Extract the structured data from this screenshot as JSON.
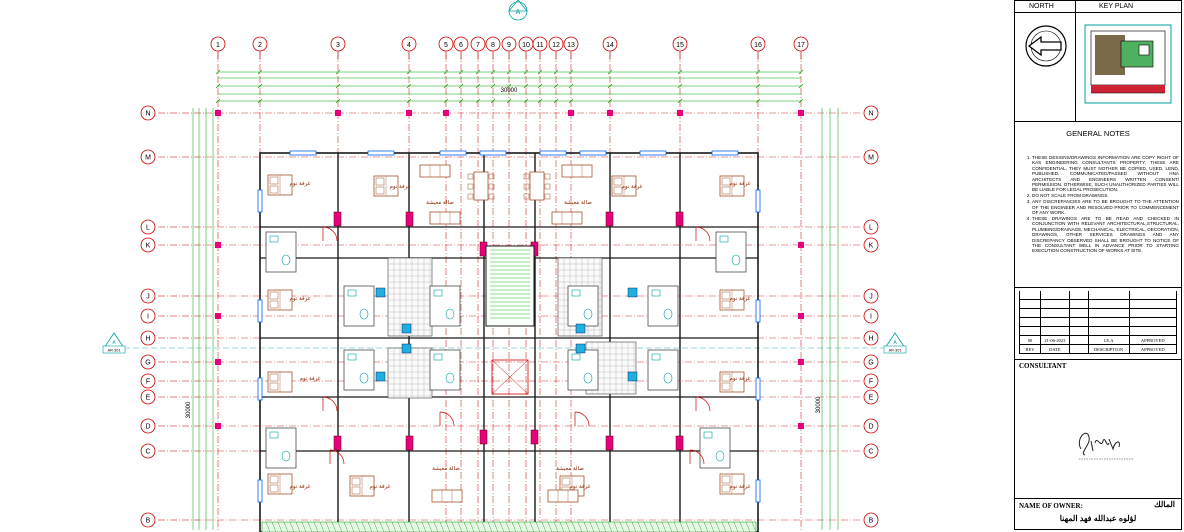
{
  "plan": {
    "columns": [
      "1",
      "2",
      "3",
      "4",
      "5",
      "6",
      "7",
      "8",
      "9",
      "10",
      "11",
      "12",
      "13",
      "14",
      "15",
      "16",
      "17"
    ],
    "rows": [
      "N",
      "M",
      "L",
      "K",
      "J",
      "I",
      "H",
      "G",
      "F",
      "E",
      "D",
      "C",
      "B"
    ],
    "overall_dim_top": "30000",
    "overall_dim_side": "30000",
    "section_tag_top": "A",
    "section_tag_left": "A",
    "section_tag_right": "A",
    "section_ref_left": "AR-301",
    "section_ref_right": "AR-301",
    "room_labels": {
      "bedroom": "غرفة نوم",
      "living": "صالة معيشة"
    },
    "colors": {
      "grid": "#cc0000",
      "dimension": "#00a000",
      "wall": "#1a1a1a",
      "column_magenta": "#e6007e",
      "furniture": "#a0522d",
      "door": "#d00000",
      "window": "#0060ff",
      "wet_area": "#00a0a0"
    }
  },
  "titleblock": {
    "north_label": "NORTH",
    "keyplan_label": "KEY PLAN",
    "general_notes_title": "GENERAL NOTES",
    "notes": [
      "THESE DESIGNS/DRAWINGS INFORMATION ARE COPY RIGHT OF KAS ENGINEERING CONSULTANTS PROPERTY, THESE ARE CONFIDENTIAL, THEY MUST NOTHER BE COPIED, USED, LEND, PUBLISHED, COMMUNICATED/PASSED WITHOUT HNA ARCHITECTS AND ENGINEERS WRITTEN CONSENT/ PERMISSION. OTHERWISE, SUCH UNAUTHORIZED PARTIES WILL BE LIABLE FOR LEGAL PROSECUTION.",
      "DO NOT SCALE FROM DRAWINGS.",
      "ANY DISCREPANCIES ARE TO BE BROUGHT TO THE ATTENTION OF THE ENGINEER AND RESOLVED PRIOR TO COMMENCEMENT OF ANY WORK.",
      "THESE DRAWINGS ARE TO BE READ AND CHECKED IN CONJUNCTION WITH RELEVANT ARCHITECTURAL,STRUCTURAL, PLUMBING/DRAINAGE, MECHANICAL, ELECTRICAL, DECORATION, DRAWINGS, OTHER SERVICES DRAWINGS AND ANY DISCREPANCY OBSERVED SHALL BE BROUGHT TO NOTICE OF THE CONSULTANT WELL IN ADVANCE PRIOR TO STARTING EXECUTION CONSTRUCTION OF WORKS AT SITE."
    ],
    "revision_row": [
      "00",
      "21-06-2023",
      "",
      "LE.A",
      "APPROVED"
    ],
    "revision_header": [
      "REV",
      "DATE",
      "",
      "DESCRIPTION",
      "APPROVED"
    ],
    "consultant_label": "CONSULTANT",
    "owner_label_en": "NAME OF OWNER:",
    "owner_label_ar": "المالك",
    "owner_name": "لؤلوه عبدالله فهد المهنا"
  }
}
